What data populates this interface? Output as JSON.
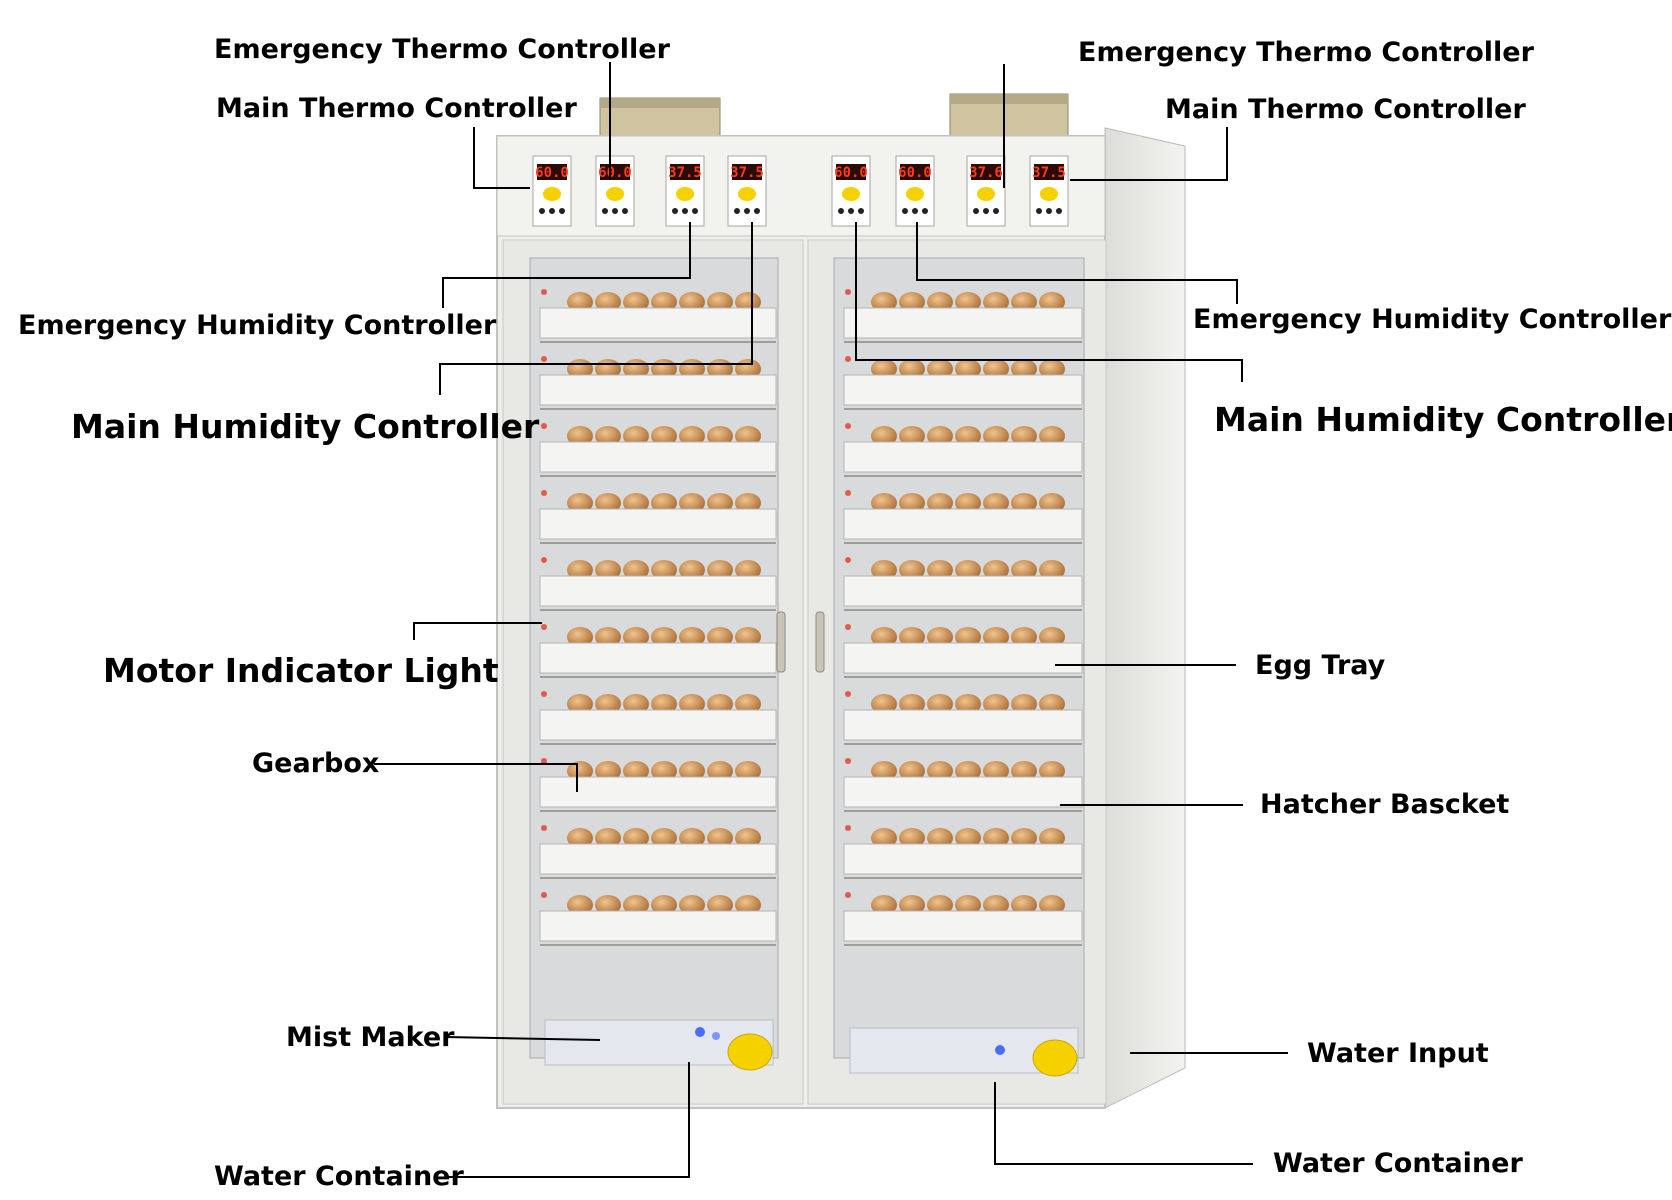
{
  "labels": {
    "left_emergency_thermo": "Emergency Thermo Controller",
    "left_main_thermo": "Main Thermo Controller",
    "right_emergency_thermo": "Emergency Thermo Controller",
    "right_main_thermo": "Main Thermo Controller",
    "left_emergency_humidity": "Emergency Humidity Controller",
    "left_main_humidity": "Main Humidity Controller",
    "right_emergency_humidity": "Emergency Humidity Controller",
    "right_main_humidity": "Main Humidity Controller",
    "motor_indicator": "Motor Indicator Light",
    "egg_tray": "Egg Tray",
    "gearbox": "Gearbox",
    "hatcher_basket": "Hatcher Bascket",
    "mist_maker": "Mist Maker",
    "water_input": "Water Input",
    "left_water_container": "Water Container",
    "right_water_container": "Water Container"
  },
  "controllers": {
    "readouts": [
      "60.0",
      "60.0",
      "37.5",
      "37.5",
      "60.0",
      "60.0",
      "37.6",
      "37.5"
    ]
  },
  "colors": {
    "cabinet": "#e9e9e6",
    "display": "#ff3b1f",
    "egg": "#c98a4b"
  }
}
